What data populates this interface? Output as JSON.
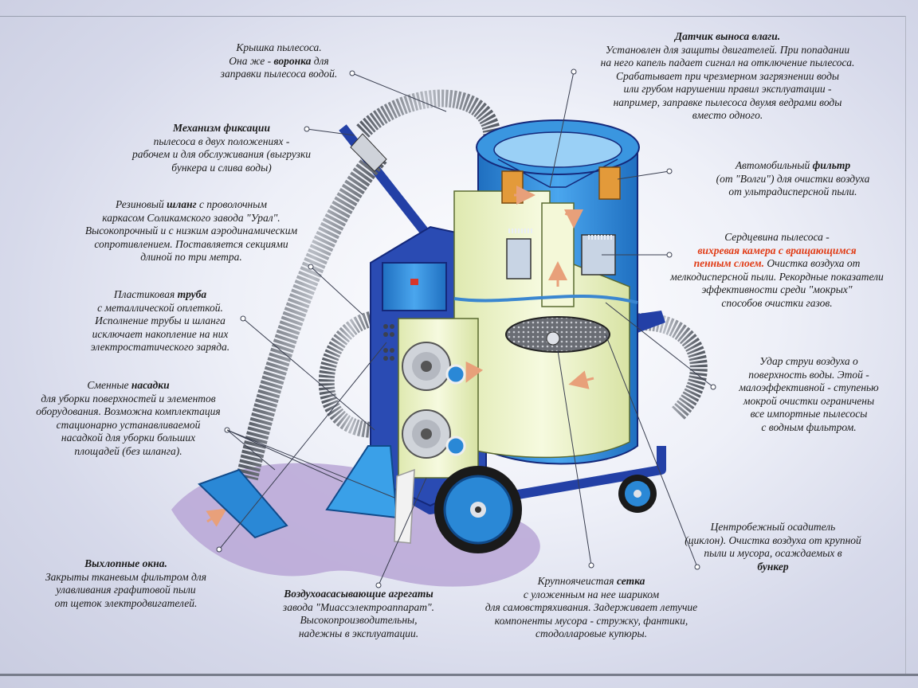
{
  "colors": {
    "tank_blue": "#2a88d6",
    "tank_pale": "#eef5c9",
    "frame_blue": "#2340a6",
    "hose_grey": "#7a7f88",
    "floor_lilac": "#b9a6d6",
    "accent_orange": "#e03a14"
  },
  "annotations": [
    {
      "id": "lid",
      "lines": [
        "Крышка пылесоса.",
        "Она же - {воронка} для",
        "заправки пылесоса водой."
      ],
      "bold": [
        "воронка"
      ]
    },
    {
      "id": "lock",
      "lines": [
        "{Механизм фиксации}",
        "пылесоса в двух положениях -",
        "рабочем и для обслуживания (выгрузки",
        "бункера и слива воды)"
      ],
      "bold": [
        "Механизм фиксации"
      ]
    },
    {
      "id": "hose",
      "lines": [
        "Резиновый {шланг} с проволочным",
        "каркасом Соликамского завода \"Урал\".",
        "Высокопрочный и с низким аэродинамическим",
        "сопротивлением. Поставляется секциями",
        "длиной по три метра."
      ],
      "bold": [
        "шланг"
      ]
    },
    {
      "id": "pipe",
      "lines": [
        "Пластиковая {труба}",
        "с металлической оплеткой.",
        "Исполнение трубы и шланга",
        "исключает накопление на них",
        "электростатического заряда."
      ],
      "bold": [
        "труба"
      ]
    },
    {
      "id": "nozzles",
      "lines": [
        "Сменные {насадки}",
        "для уборки поверхностей и элементов",
        "оборудования. Возможна комплектация",
        "стационарно устанавливаемой",
        "насадкой для уборки больших",
        "площадей (без шланга)."
      ],
      "bold": [
        "насадки"
      ]
    },
    {
      "id": "exhaust",
      "lines": [
        "{Выхлопные окна.}",
        "Закрыты тканевым фильтром для",
        "улавливания графитовой пыли",
        "от щеток электродвигателей."
      ],
      "bold": [
        "Выхлопные окна."
      ]
    },
    {
      "id": "blowers",
      "lines": [
        "{Воздухоасасывающие агрегаты}",
        "завода \"Миассэлектроаппарат\".",
        "Высокопроизводительны,",
        "надежны в эксплуатации."
      ],
      "bold": [
        "Воздухоасасывающие агрегаты"
      ]
    },
    {
      "id": "mesh",
      "lines": [
        "Крупноячеистая {сетка}",
        "с уложенным на нее шариком",
        "для самовстряхивания. Задерживает летучие",
        "компоненты мусора - стружку, фантики,",
        "стодолларовые купюры."
      ],
      "bold": [
        "сетка"
      ]
    },
    {
      "id": "cyclone",
      "lines": [
        "Центробежный осадитель",
        "(циклон). Очистка воздуха от крупной",
        "пыли и мусора, осаждаемых в",
        "{бункер}"
      ],
      "bold": [
        "бункер"
      ]
    },
    {
      "id": "jet",
      "lines": [
        "Удар струи воздуха о",
        "поверхность воды. Этой -",
        "малоэффективной - ступенью",
        "мокрой очистки ограничены",
        "все импортные пылесосы",
        "с водным фильтром."
      ],
      "bold": []
    },
    {
      "id": "core",
      "lines": [
        "Сердцевина пылесоса -",
        "[вихревая камера с вращающимся]",
        "[пенным слоем.] Очистка воздуха от",
        "мелкодисперсной пыли. Рекордные показатели",
        "эффективности среди \"мокрых\"",
        "способов очистки газов."
      ],
      "bold": []
    },
    {
      "id": "carfilter",
      "lines": [
        "Автомобильный {фильтр}",
        "(от \"Волги\") для очистки воздуха",
        "от ультрадисперсной пыли."
      ],
      "bold": [
        "фильтр"
      ]
    },
    {
      "id": "sensor",
      "lines": [
        "{Датчик выноса влаги.}",
        "Установлен для защиты двигателей. При попадании",
        "на него капель падает сигнал на отключение пылесоса.",
        "Срабатывает при чрезмерном загрязнении воды",
        "или грубом нарушении правил эксплуатации -",
        "например, заправке пылесоса двумя ведрами воды",
        "вместо одного."
      ],
      "bold": [
        "Датчик выноса влаги."
      ]
    }
  ]
}
